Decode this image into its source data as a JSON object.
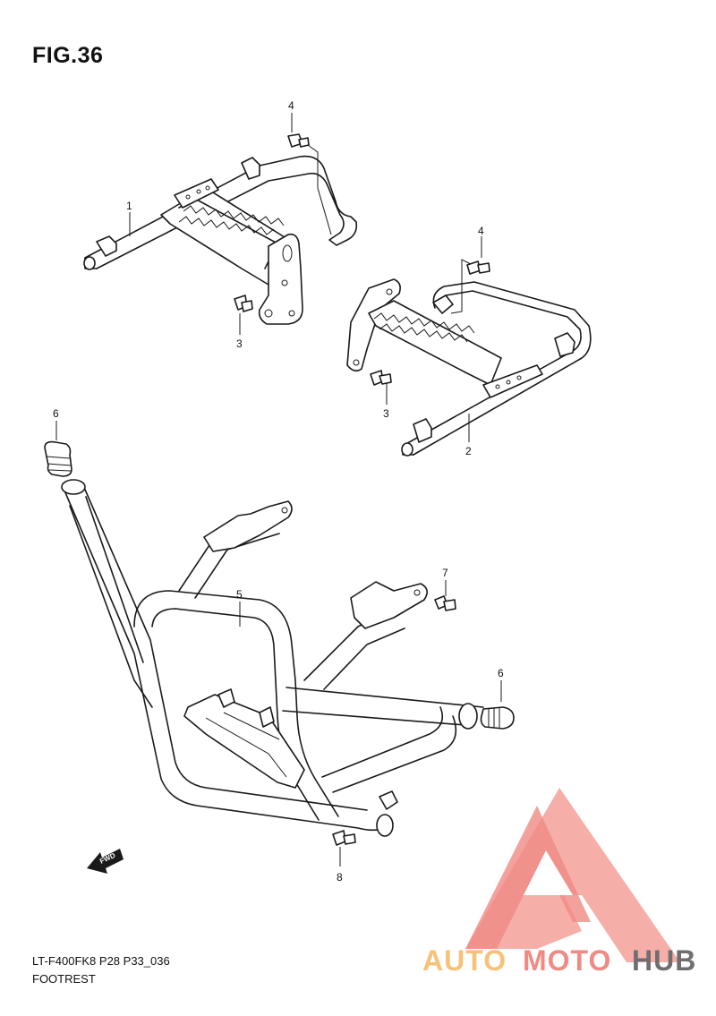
{
  "figure": {
    "title": "FIG.36",
    "code": "LT-F400FK8 P28 P33_036",
    "name": "FOOTREST"
  },
  "callouts": [
    {
      "id": "c1",
      "label": "1"
    },
    {
      "id": "c2",
      "label": "2"
    },
    {
      "id": "c3a",
      "label": "3"
    },
    {
      "id": "c3b",
      "label": "3"
    },
    {
      "id": "c4a",
      "label": "4"
    },
    {
      "id": "c4b",
      "label": "4"
    },
    {
      "id": "c5",
      "label": "5"
    },
    {
      "id": "c6a",
      "label": "6"
    },
    {
      "id": "c6b",
      "label": "6"
    },
    {
      "id": "c7",
      "label": "7"
    },
    {
      "id": "c8",
      "label": "8"
    }
  ],
  "fwd_label": "FWD",
  "watermark": {
    "part1": "AUTO",
    "part2": "MOTO",
    "part3": "HUB",
    "colors": {
      "auto": "#f6c27a",
      "moto": "#f08a84",
      "hub": "#6f6f6f",
      "logo": "#f4a09a"
    }
  }
}
